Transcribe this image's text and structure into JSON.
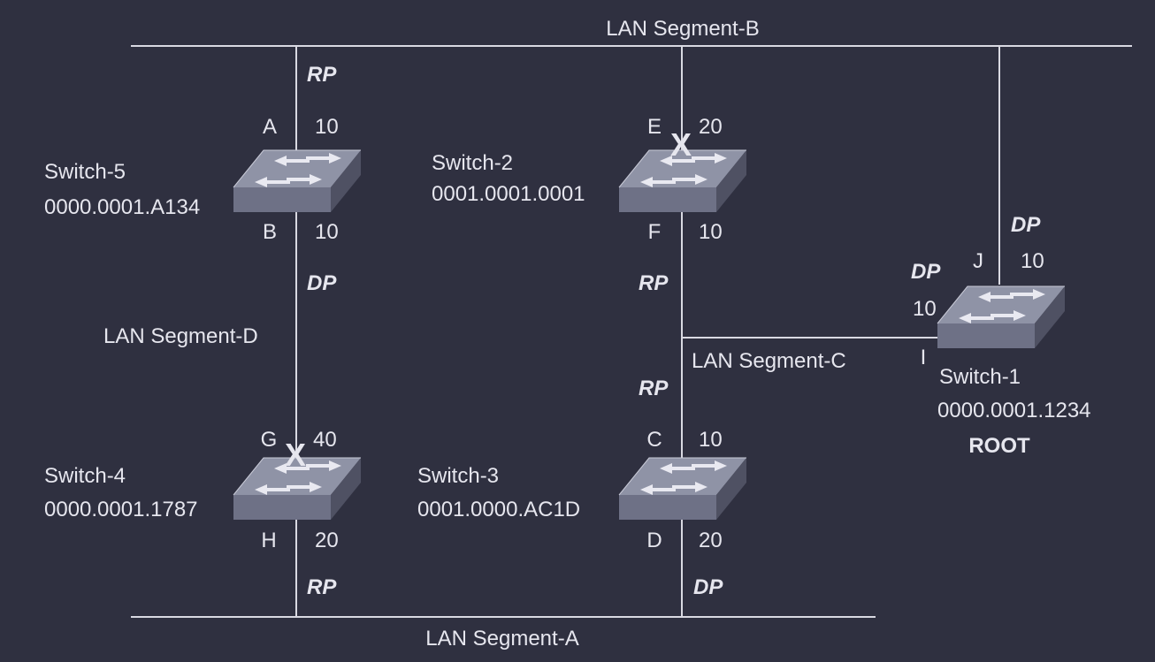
{
  "segments": {
    "a": "LAN Segment-A",
    "b": "LAN Segment-B",
    "c": "LAN Segment-C",
    "d": "LAN Segment-D"
  },
  "switches": {
    "s1": {
      "name": "Switch-1",
      "id": "0000.0001.1234",
      "tag": "ROOT"
    },
    "s2": {
      "name": "Switch-2",
      "id": "0001.0001.0001"
    },
    "s3": {
      "name": "Switch-3",
      "id": "0001.0000.AC1D"
    },
    "s4": {
      "name": "Switch-4",
      "id": "0000.0001.1787"
    },
    "s5": {
      "name": "Switch-5",
      "id": "0000.0001.A134"
    }
  },
  "ports": {
    "A": {
      "letter": "A",
      "cost": "10",
      "role": "RP"
    },
    "B": {
      "letter": "B",
      "cost": "10",
      "role": "DP"
    },
    "C": {
      "letter": "C",
      "cost": "10",
      "role": "RP"
    },
    "D": {
      "letter": "D",
      "cost": "20",
      "role": "DP"
    },
    "E": {
      "letter": "E",
      "cost": "20",
      "blocked": "X"
    },
    "F": {
      "letter": "F",
      "cost": "10",
      "role": "RP"
    },
    "G": {
      "letter": "G",
      "cost": "40",
      "blocked": "X"
    },
    "H": {
      "letter": "H",
      "cost": "20",
      "role": "RP"
    },
    "I": {
      "letter": "I",
      "cost": "10",
      "role": "DP"
    },
    "J": {
      "letter": "J",
      "cost": "10",
      "role": "DP"
    }
  },
  "colors": {
    "background": "#2f3040",
    "line": "#d9d9e2",
    "text": "#e6e6ee",
    "switch_top": "#8f93a6",
    "switch_front": "#6e7186",
    "switch_side": "#4f5163"
  },
  "icons": {
    "switch": "network-switch-icon",
    "blocked": "blocked-port-x-icon"
  }
}
